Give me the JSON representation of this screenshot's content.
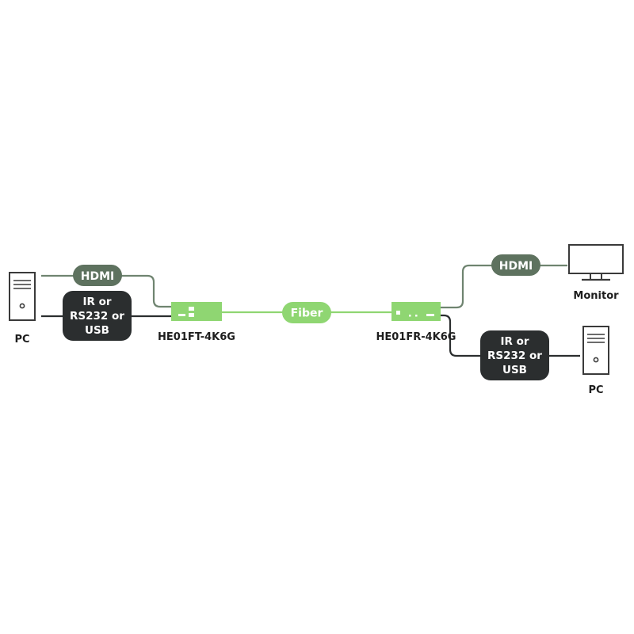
{
  "colors": {
    "green": "#8fd672",
    "hdmi_pill": "#5e725f",
    "hdmi_line": "#6f8470",
    "control_pill": "#2b2e2f",
    "control_line": "#2b2e2f",
    "device_outline": "#3a3a3a",
    "text_dark": "#1e1e1e",
    "text_light": "#ffffff"
  },
  "left": {
    "pc_label": "PC",
    "hdmi_label": "HDMI",
    "control_lines": [
      "IR or",
      "RS232 or",
      "USB"
    ]
  },
  "transmitter": {
    "model": "HE01FT-4K6G"
  },
  "link": {
    "label": "Fiber"
  },
  "receiver": {
    "model": "HE01FR-4K6G"
  },
  "right": {
    "monitor_label": "Monitor",
    "hdmi_label": "HDMI",
    "control_lines": [
      "IR or",
      "RS232 or",
      "USB"
    ],
    "pc_label": "PC"
  }
}
